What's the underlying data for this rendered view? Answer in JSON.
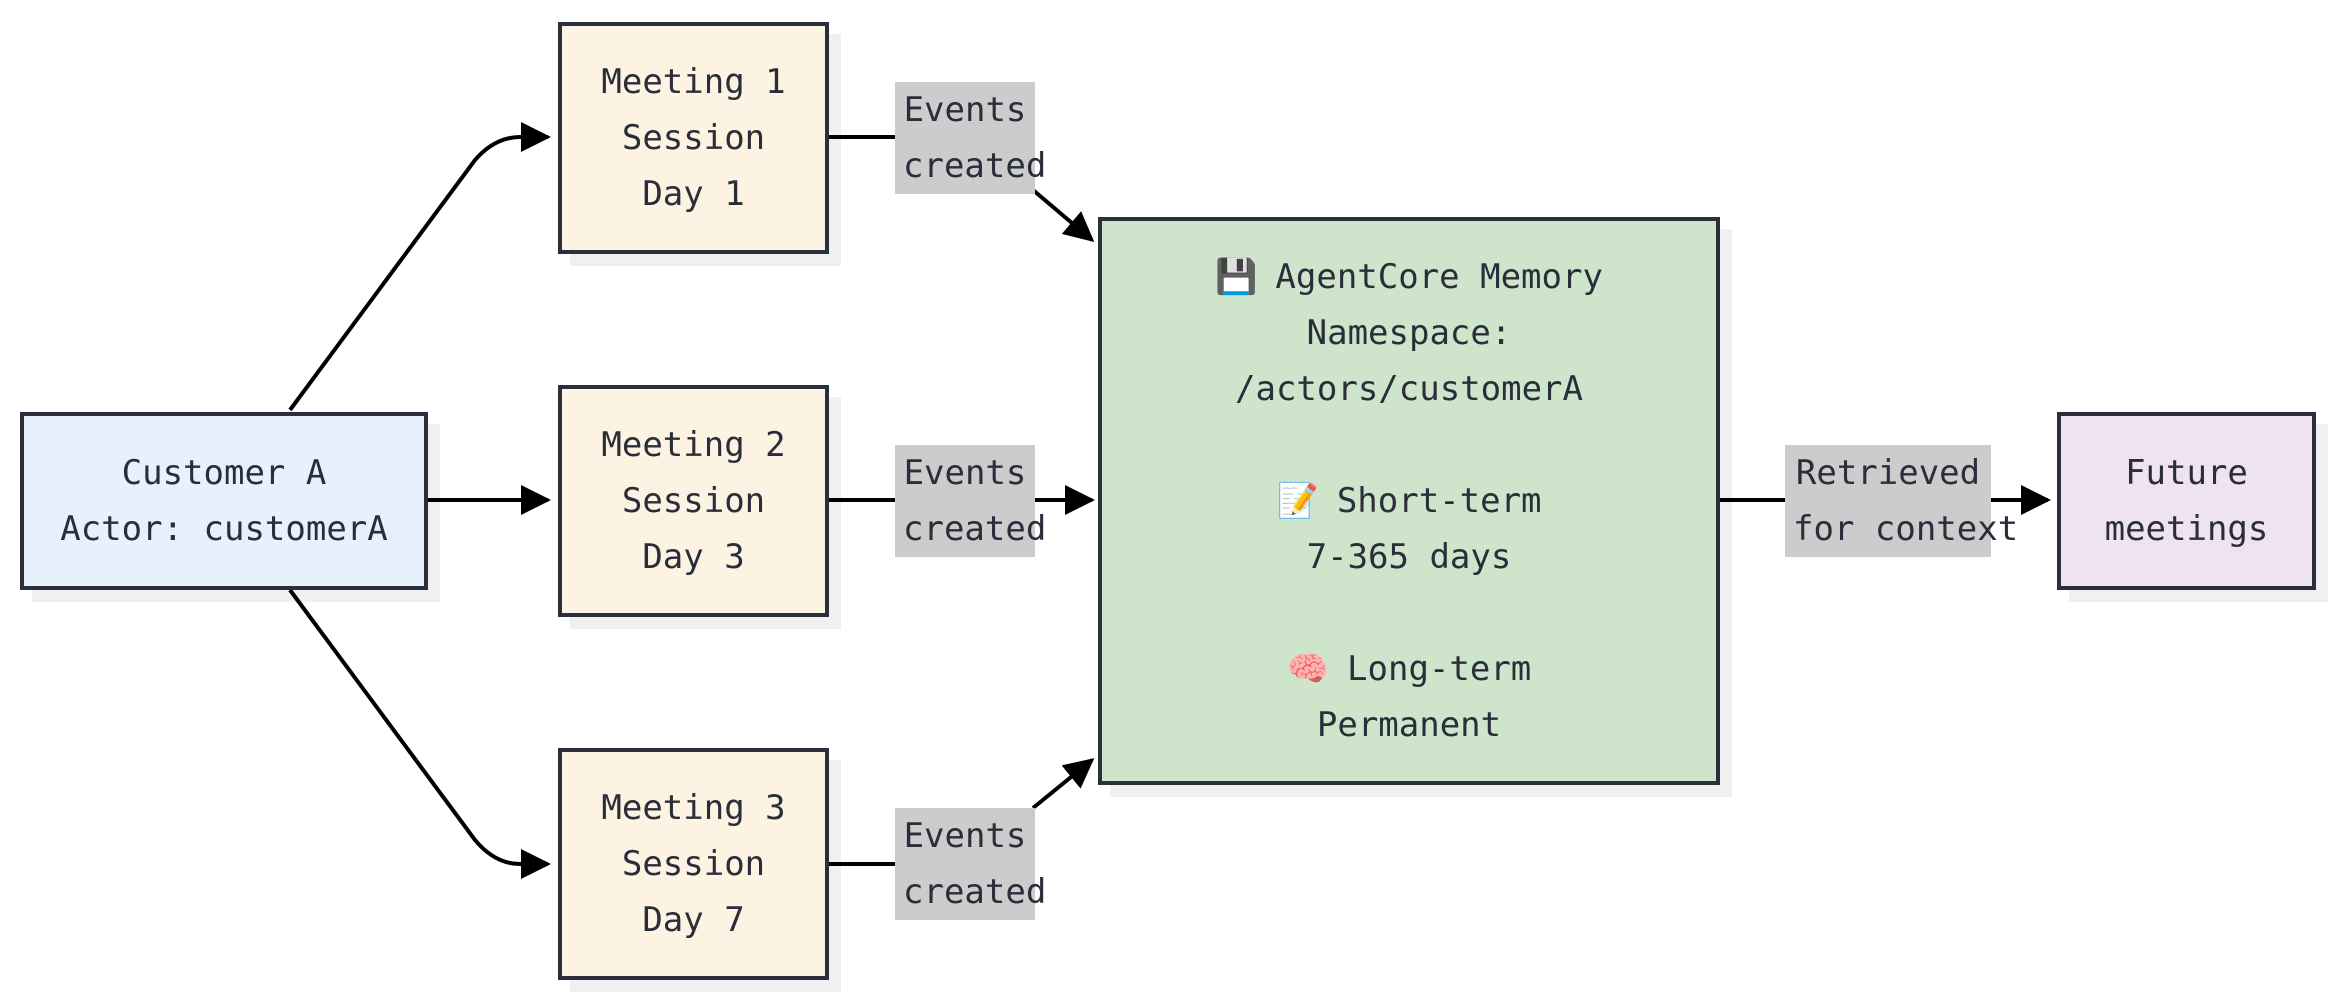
{
  "customer": {
    "lines": [
      "Customer A",
      "Actor: customerA"
    ]
  },
  "meetings": [
    {
      "lines": [
        "Meeting 1",
        "Session",
        "Day 1"
      ]
    },
    {
      "lines": [
        "Meeting 2",
        "Session",
        "Day 3"
      ]
    },
    {
      "lines": [
        "Meeting 3",
        "Session",
        "Day 7"
      ]
    }
  ],
  "edge_labels": {
    "events": [
      "Events",
      "created"
    ],
    "retrieved": [
      "Retrieved",
      "for context"
    ]
  },
  "memory": {
    "title_icon": "floppy-disk-icon",
    "title_glyph": "💾",
    "title": "AgentCore Memory",
    "namespace_label": "Namespace:",
    "namespace_value": "/actors/customerA",
    "short_term_icon": "memo-icon",
    "short_term_glyph": "📝",
    "short_term_label": "Short-term",
    "short_term_value": "7-365 days",
    "long_term_icon": "brain-icon",
    "long_term_glyph": "🧠",
    "long_term_label": "Long-term",
    "long_term_value": "Permanent"
  },
  "future": {
    "lines": [
      "Future",
      "meetings"
    ]
  },
  "colors": {
    "customer_fill": "#e6f1fc",
    "meeting_fill": "#fcf3e2",
    "memory_fill": "#cfe5cb",
    "future_fill": "#efe3f1",
    "label_fill": "#cccccc",
    "stroke": "#2b2f3d"
  }
}
